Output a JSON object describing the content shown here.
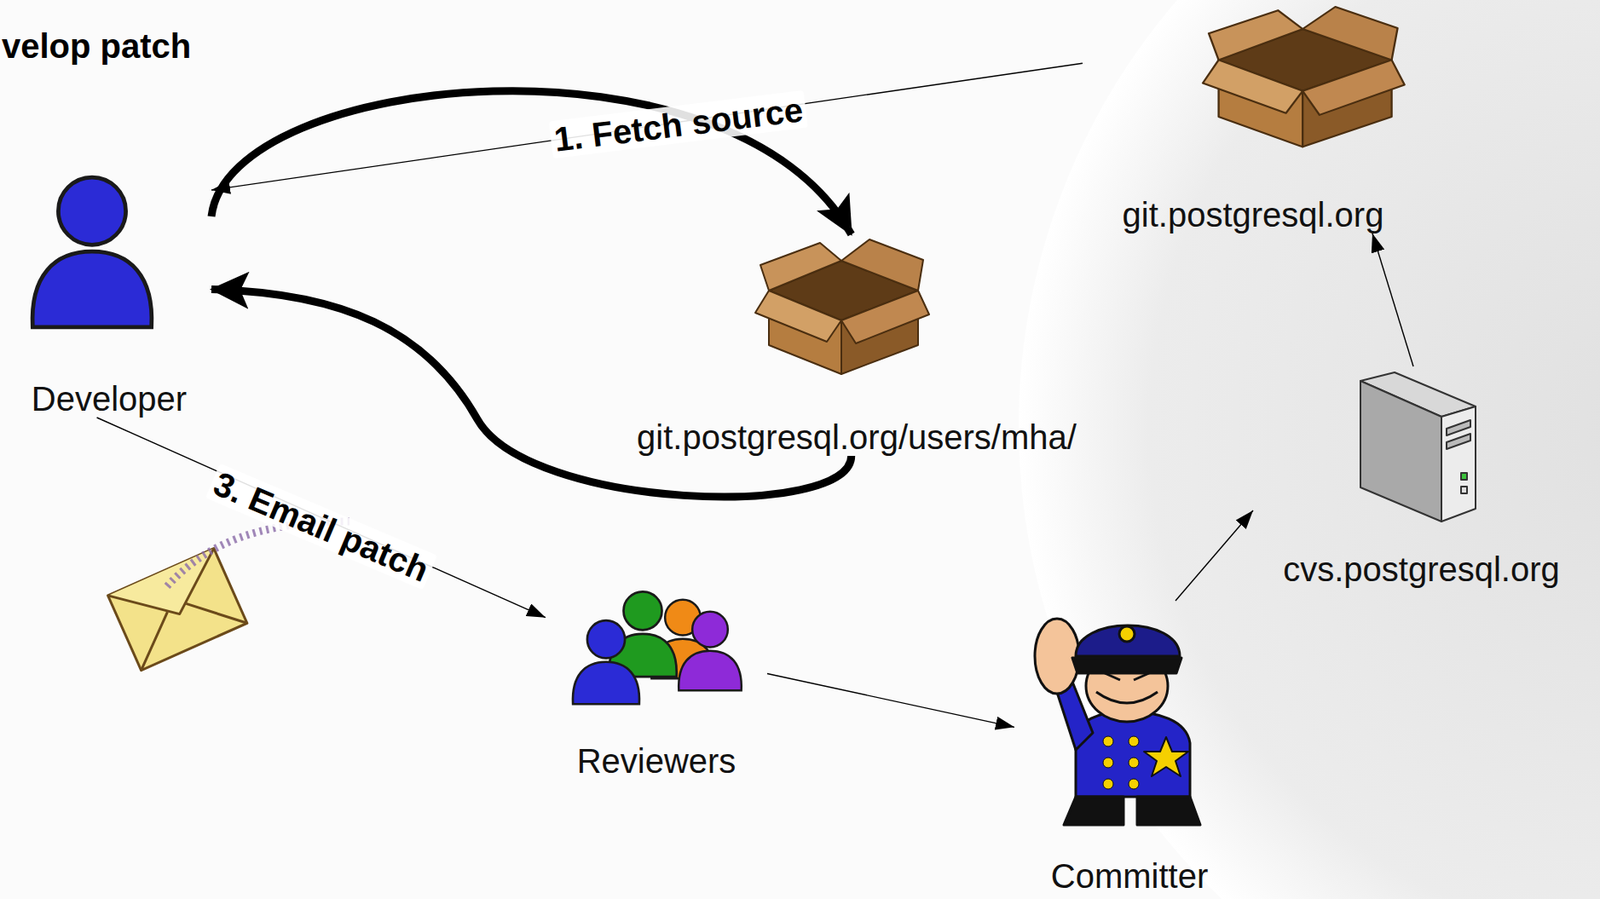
{
  "diagram": {
    "nodes": [
      {
        "text": [
          "Developer"
        ]
      },
      {
        "text": [
          "git.postgresql.org/users/mha/"
        ]
      },
      {
        "text": [
          "git.postgresql.org"
        ]
      },
      {
        "text": [
          "cvs.postgresql.org"
        ]
      },
      {
        "text": [
          "Reviewers"
        ]
      },
      {
        "text": [
          "Committer"
        ]
      }
    ],
    "edges": [
      {
        "from": 2,
        "to": 0,
        "arrow": "to",
        "label": "1. Fetch source"
      },
      {
        "from": 0,
        "to": 1,
        "arrow": "to"
      },
      {
        "from": 1,
        "to": 0,
        "arrow": "to"
      },
      {
        "from": 0,
        "to": 4,
        "arrow": "to",
        "label": "3. Email patch"
      },
      {
        "from": 4,
        "to": 5,
        "arrow": "to"
      },
      {
        "from": 5,
        "to": 3,
        "arrow": "to"
      },
      {
        "from": 3,
        "to": 2,
        "arrow": "to"
      }
    ],
    "labels": [
      "velop patch"
    ]
  }
}
